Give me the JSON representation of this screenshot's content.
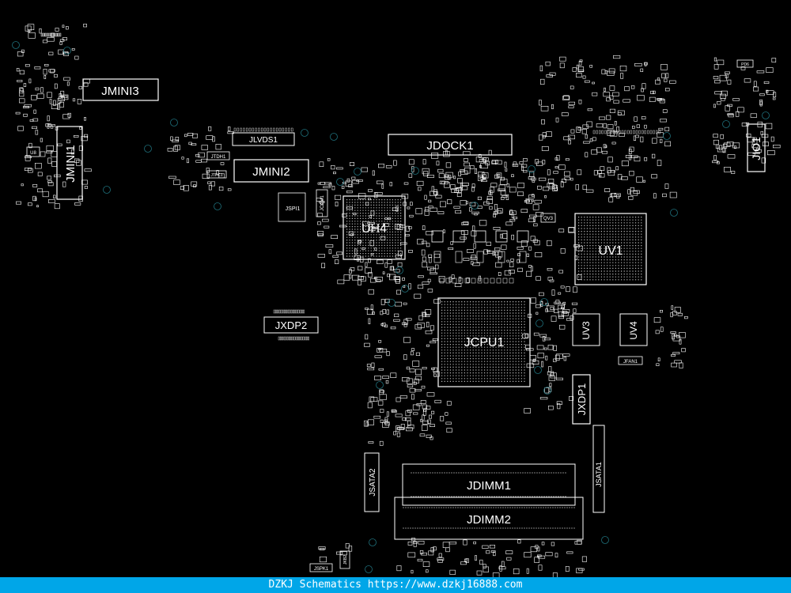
{
  "colors": {
    "background": "#000000",
    "outline": "#ffffff",
    "footer_bg": "#00a6e8",
    "footer_text": "#ffffff",
    "via": "#1e6f7a"
  },
  "labels": {
    "jmini3": "JMINI3",
    "jmini1": "JMINI1",
    "jmini2": "JMINI2",
    "jlvds1": "JLVDS1",
    "jtdh1": "JTDH1",
    "jtpc1": "JTPC1",
    "u8": "U8",
    "jspi1": "JSPI1",
    "jcam1": "JCAM1",
    "jdock1": "JDOCK1",
    "jio1": "JIO1",
    "pd6": "PD6",
    "uh4": "UH4",
    "qv3": "QV3",
    "uv1": "UV1",
    "jxdp2": "JXDP2",
    "jcpu1": "JCPU1",
    "uv3": "UV3",
    "uv4": "UV4",
    "jfan1": "JFAN1",
    "jxdp1": "JXDP1",
    "jsata2": "JSATA2",
    "jsata1": "JSATA1",
    "jdimm1": "JDIMM1",
    "jdimm2": "JDIMM2",
    "jspk1": "JSPK1",
    "jkb2": "JKB2"
  },
  "footer": {
    "text": "DZKJ Schematics https://www.dzkj16888.com"
  }
}
